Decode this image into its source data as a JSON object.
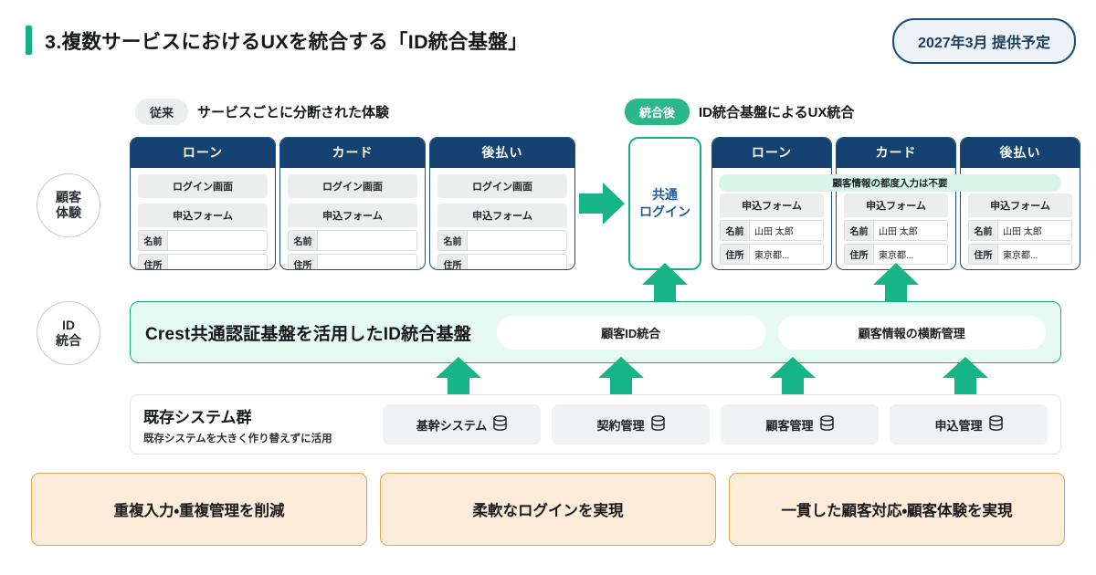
{
  "header": {
    "title": "3.複数サービスにおけるUXを統合する「ID統合基盤」",
    "release_badge": "2027年3月 提供予定",
    "accent_color": "#14b083",
    "navy_color": "#154271",
    "badge_border_color": "#1b4d7e"
  },
  "captions": {
    "before": {
      "pill": "従来",
      "label": "サービスごとに分断された体験"
    },
    "after": {
      "pill": "統合後",
      "label": "ID統合基盤によるUX統合"
    }
  },
  "row_labels": {
    "ux": {
      "line1": "顧客",
      "line2": "体験"
    },
    "id": {
      "line1": "ID",
      "line2": "統合"
    }
  },
  "before_cards": [
    {
      "title": "ローン",
      "login_label": "ログイン画面",
      "form_title": "申込フォーム",
      "fields": [
        {
          "label": "名前",
          "value": ""
        },
        {
          "label": "住所",
          "value": ""
        }
      ]
    },
    {
      "title": "カード",
      "login_label": "ログイン画面",
      "form_title": "申込フォーム",
      "fields": [
        {
          "label": "名前",
          "value": ""
        },
        {
          "label": "住所",
          "value": ""
        }
      ]
    },
    {
      "title": "後払い",
      "login_label": "ログイン画面",
      "form_title": "申込フォーム",
      "fields": [
        {
          "label": "名前",
          "value": ""
        },
        {
          "label": "住所",
          "value": ""
        }
      ]
    }
  ],
  "common_login": {
    "line1": "共通",
    "line2": "ログイン"
  },
  "after_notice": "顧客情報の都度入力は不要",
  "after_cards": [
    {
      "title": "ローン",
      "form_title": "申込フォーム",
      "fields": [
        {
          "label": "名前",
          "value": "山田 太郎"
        },
        {
          "label": "住所",
          "value": "東京都..."
        }
      ]
    },
    {
      "title": "カード",
      "form_title": "申込フォーム",
      "fields": [
        {
          "label": "名前",
          "value": "山田 太郎"
        },
        {
          "label": "住所",
          "value": "東京都..."
        }
      ]
    },
    {
      "title": "後払い",
      "form_title": "申込フォーム",
      "fields": [
        {
          "label": "名前",
          "value": "山田 太郎"
        },
        {
          "label": "住所",
          "value": "東京都..."
        }
      ]
    }
  ],
  "id_platform": {
    "title": "Crest共通認証基盤を活用したID統合基盤",
    "tags": [
      "顧客ID統合",
      "顧客情報の横断管理"
    ],
    "fill_color": "#e4faf2",
    "border_color": "#14b083"
  },
  "legacy": {
    "title": "既存システム群",
    "subtitle": "既存システムを大きく作り替えずに活用",
    "systems": [
      {
        "label": "基幹システム",
        "icon": "database-icon"
      },
      {
        "label": "契約管理",
        "icon": "database-icon"
      },
      {
        "label": "顧客管理",
        "icon": "database-icon"
      },
      {
        "label": "申込管理",
        "icon": "database-icon"
      }
    ]
  },
  "outcomes": [
    "重複入力・重複管理を削減",
    "柔軟なログインを実現",
    "一貫した顧客対応・顧客体験を実現"
  ]
}
